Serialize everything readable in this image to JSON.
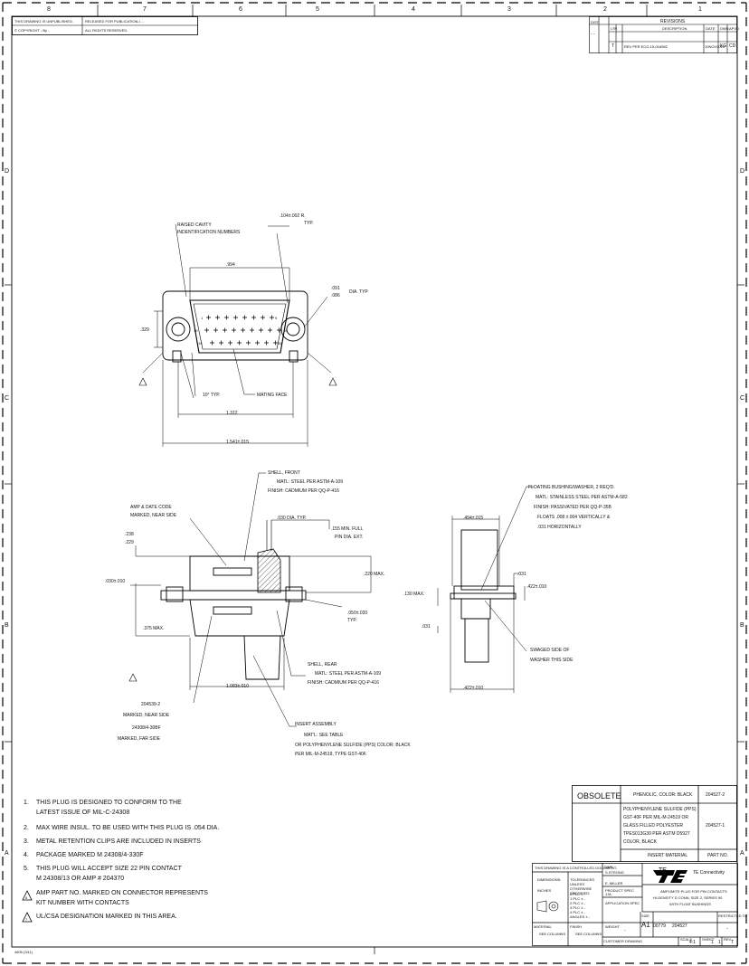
{
  "zones": {
    "top": [
      "8",
      "7",
      "6",
      "5",
      "4",
      "3",
      "2",
      "1"
    ],
    "bottom": [],
    "left": [
      "D",
      "C",
      "B",
      "A"
    ],
    "right": [
      "D",
      "C",
      "B",
      "A"
    ]
  },
  "header_block": {
    "line1_left": "THIS DRAWING IS UNPUBLISHED.",
    "line1_right": "RELEASED FOR PUBLICATION",
    "line1_val": "- -/- -",
    "line2_left": "© COPYRIGHT - By -",
    "line2_right": "ALL RIGHTS RESERVED."
  },
  "revisions": {
    "title": "REVISIONS",
    "col_dist": "DIST",
    "col_ltr": "LTR",
    "col_desc": "DESCRIPTION",
    "col_date": "DATE",
    "col_dwn": "DWN",
    "col_apvd": "APVD",
    "row_ltr": "T",
    "row_desc": "REV PER ECO-15-016082",
    "row_date": "10NOV2015",
    "row_dwn": "KG",
    "row_apvd": "CD",
    "dist_vals": "- -"
  },
  "view_top": {
    "raised_cavity": "RAISED CAVITY",
    "indent_numbers": "INDENTIFICATION NUMBERS",
    "radius": ".104±.002 R.",
    "radius_typ": "TYP.",
    "dim_994": ".994",
    "dia_091": ".091",
    "dia_086": ".086",
    "dia_typ": "DIA. TYP",
    "dim_329": ".329",
    "pin1": "1",
    "pin9": "9",
    "pin10": "10",
    "pin18": "18",
    "pin19": "19",
    "pin26": "26",
    "angle": "10° TYP.",
    "mating_face": "MATING FACE",
    "dim_1312": "1.312",
    "dim_1541": "1.541±.015"
  },
  "view_side": {
    "shell_front": "SHELL, FRONT",
    "shell_front_mat": "MATL: STEEL PER ASTM-A-109",
    "shell_front_fin": "FINISH: CADMIUM PER QQ-P-416",
    "amp_date": "AMP & DATE CODE",
    "marked_near": "MARKED, NEAR SIDE",
    "dia_030": ".030 DIA. TYP.",
    "min_155": ".155 MIN. FULL",
    "pin_dia": "PIN DIA. EXT.",
    "dim_238": ".238",
    "dim_229": ".229",
    "dim_220": ".220 MAX.",
    "dim_030": ".030±.010",
    "dim_050": ".050±.020",
    "dim_050_typ": "TYP.",
    "dim_375": ".375 MAX.",
    "shell_rear": "SHELL, REAR",
    "shell_rear_mat": "MATL: STEEL PER ASTM-A-109",
    "shell_rear_fin": "FINISH: CADMIUM PER QQ-P-416",
    "dim_1083": "1.083±.010",
    "mark_204539": "204539-2",
    "marked_near2": "MARKED, NEAR SIDE",
    "mark_24308": "24308/4-30BF",
    "marked_far": "MARKED, FAR SIDE",
    "insert_assy": "INSERT ASSEMBLY",
    "insert_mat": "MAT'L: SEE TABLE",
    "insert_or": "OR POLYPHENYLENE SULFIDE (PPS) COLOR: BLACK",
    "insert_per": "PER MIL-M-24519, TYPE GST-40F."
  },
  "view_end": {
    "floating": "FLOATING BUSHING/WASHER, 2 REQ'D.",
    "float_mat": "MATL: STAINLESS STEEL PER ASTM-A-582",
    "float_fin": "FINISH: PASSIVATED PER QQ-P-35B",
    "floats": "FLOATS .008 ±.004 VERTICALLY &",
    "horiz": ".031 HORIZONTALLY",
    "dim_494": ".494±.015",
    "dim_031a": ".031",
    "dim_422a": ".422±.010",
    "dim_130": ".130 MAX.",
    "dim_031b": ".031",
    "swaged": "SWAGED SIDE OF",
    "washer": "WASHER THIS SIDE",
    "dim_422b": ".422±.010"
  },
  "notes": [
    {
      "num": "1.",
      "text": "THIS PLUG IS DESIGNED TO CONFORM TO THE",
      "text2": "LATEST ISSUE OF MIL-C-24308"
    },
    {
      "num": "2.",
      "text": "MAX WIRE INSUL. TO BE USED WITH THIS PLUG IS .054 DIA.",
      "text2": ""
    },
    {
      "num": "3.",
      "text": "METAL RETENTION CLIPS ARE INCLUDED IN INSERTS",
      "text2": ""
    },
    {
      "num": "4.",
      "text": "PACKAGE MARKED M 24308/4-330F",
      "text2": ""
    },
    {
      "num": "5.",
      "text": "THIS PLUG WILL ACCEPT SIZE 22 PIN CONTACT",
      "text2": "M 24308/13 OR AMP # 204370"
    },
    {
      "num": "6",
      "text": "AMP PART NO. MARKED ON CONNECTOR REPRESENTS",
      "text2": "KIT NUMBER WITH CONTACTS"
    },
    {
      "num": "7",
      "text": "UL/CSA DESIGNATION MARKED IN THIS AREA.",
      "text2": ""
    }
  ],
  "material_table": {
    "obsolete": "OBSOLETE",
    "row1_mat": "PHENOLIC, COLOR: BLACK",
    "row1_part": "204527-2",
    "row2_lines": [
      "POLYPHENYLENE SULFIDE (PPS)",
      "GST-40F PER MIL-M-24519 OR",
      "GLASS FILLED POLYESTER",
      "TPES013G30 PER ASTM D5927",
      "COLOR, BLACK"
    ],
    "row2_part": "204527-1",
    "hdr_mat": "INSERT MATERIAL",
    "hdr_part": "PART NO."
  },
  "title_block": {
    "controlled": "THIS DRAWING IS A CONTROLLED DOCUMENT.",
    "dwn_label": "DWN",
    "dwn_name": "S.STRONG",
    "chk_name": "E. MILLER",
    "appr_name": "J.M.",
    "logo": "TE",
    "company": "TE Connectivity",
    "title1": "AMPLIMITE PLUG FOR PIN CONTACTS",
    "title2": "HI-DENSITY D CONN, SIZE 2, SERIES 90",
    "title3": "WITH FLOAT BUSHINGS",
    "dimensions": "DIMENSIONS:",
    "tolerances": "TOLERANCES UNLESS OTHERWISE SPECIFIED:",
    "inches": "INCHES",
    "material": "MATERIAL",
    "material_val": "SEE COLUMNS",
    "finish": "FINISH",
    "finish_val": "SEE COLUMNS",
    "weight": "WEIGHT",
    "weight_val": "-",
    "size_label": "SIZE",
    "size_val": "A1",
    "cage": "00779",
    "dwg_no": "204527",
    "restricted": "RESTRICTED TO",
    "restricted_val": "-",
    "scale_label": "SCALE",
    "scale_val": "4:1",
    "sheet_label": "SHEET",
    "sheet_val": "1",
    "of_val": "1",
    "rev_label": "REV",
    "rev_val": "T",
    "customer": "CUSTOMER DRAWING",
    "app_spec": "APPLICATION SPEC",
    "prod_spec": "PRODUCT SPEC",
    "tol_rows": [
      "0 PLC ± -",
      "1 PLC ± -",
      "2 PLC ± -",
      "3 PLC ± -",
      "4 PLC ± -",
      "ANGLES ± -"
    ]
  },
  "footer_code": "4805 (3/11)"
}
